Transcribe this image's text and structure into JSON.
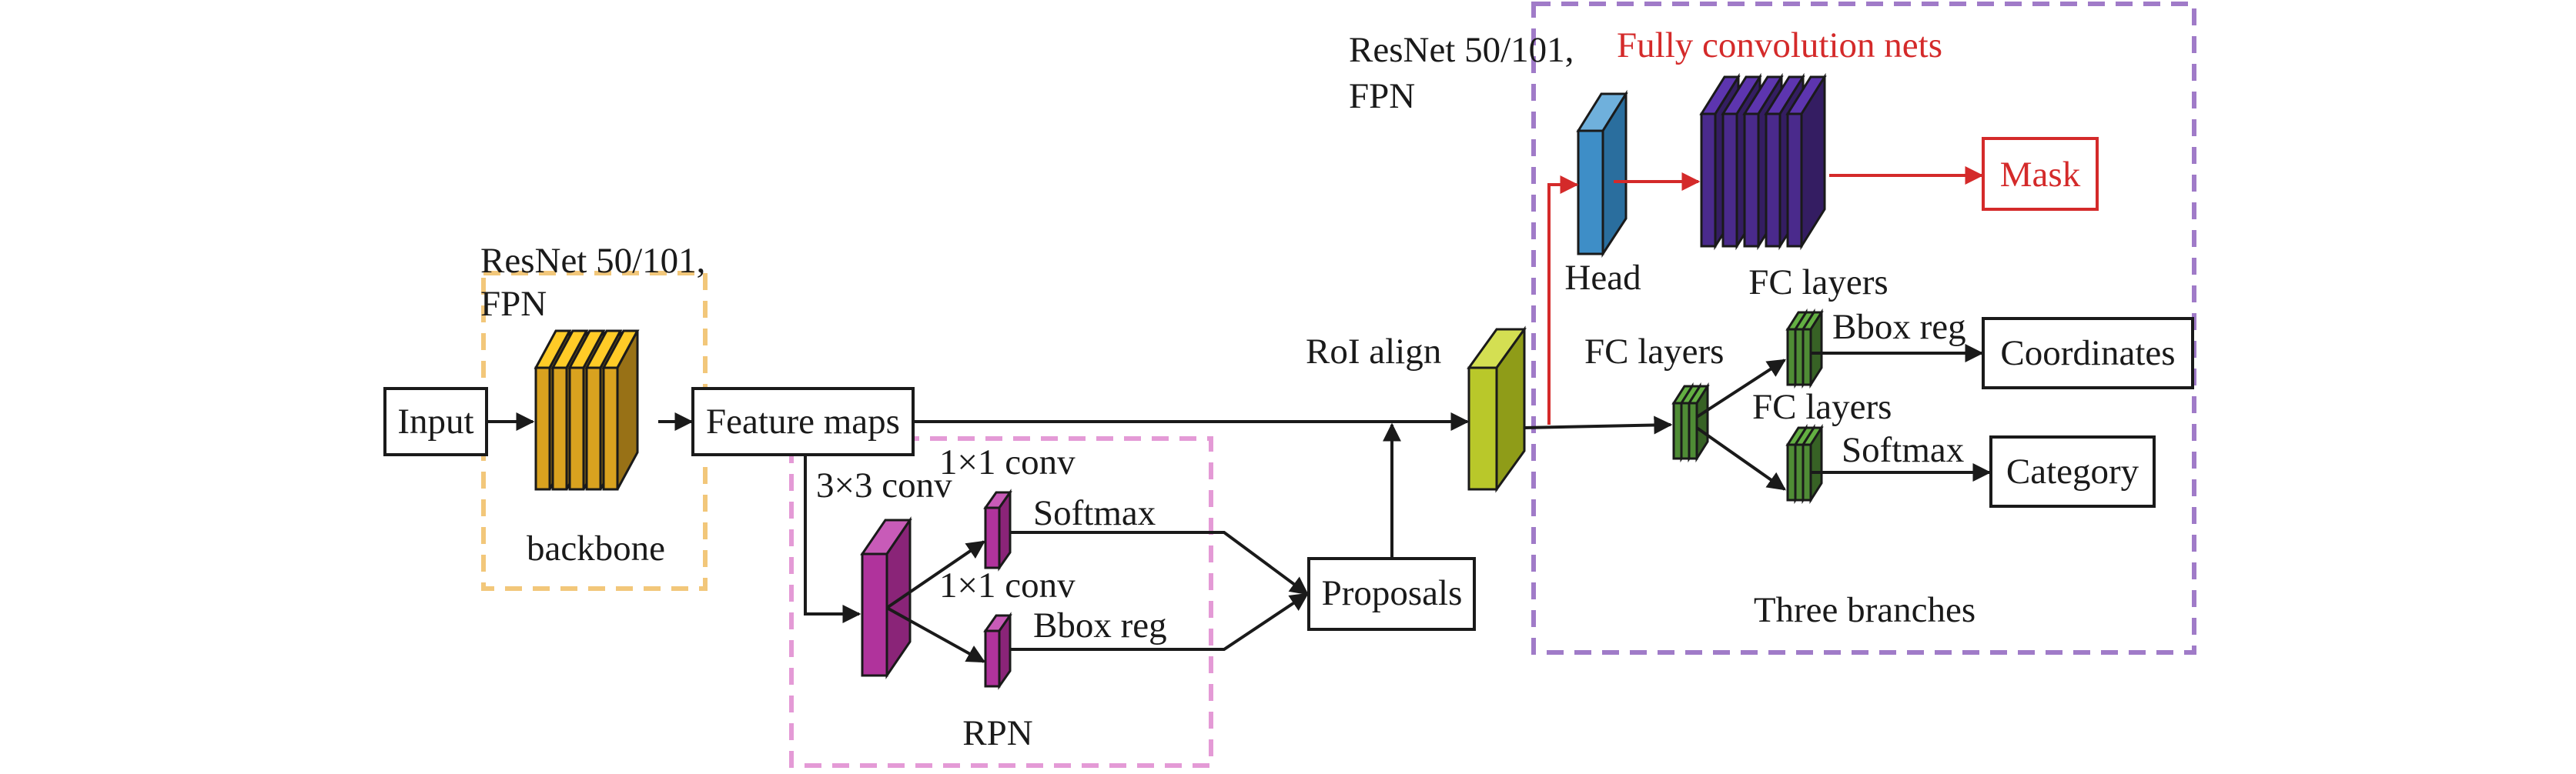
{
  "colors": {
    "backbone_dash": "#f2c77a",
    "rpn_dash": "#e49ad6",
    "branch_dash": "#a07bc8",
    "backbone_block": "#d9a21f",
    "rpn_block": "#b0339c",
    "roi_block": "#b9c82a",
    "head_block": "#3e8ec7",
    "fcn_block": "#4a2a8c",
    "fc_block": "#4f8c35",
    "arrow": "#1a1a1a",
    "mask_arrow": "#d42a2a"
  },
  "labels": {
    "input": "Input",
    "feature_maps": "Feature maps",
    "backbone_resnet": "ResNet 50/101,",
    "backbone_fpn": "FPN",
    "backbone": "backbone",
    "conv3": "3×3 conv",
    "conv1_top": "1×1 conv",
    "conv1_bottom": "1×1 conv",
    "softmax_rpn": "Softmax",
    "bbox_reg_rpn": "Bbox reg",
    "rpn": "RPN",
    "proposals": "Proposals",
    "roi_align": "RoI align",
    "head_resnet": "ResNet 50/101,",
    "head_fpn": "FPN",
    "fully_conv_nets": "Fully convolution nets",
    "head": "Head",
    "fc_layers_top": "FC layers",
    "mask": "Mask",
    "fc_layers_left": "FC layers",
    "bbox_reg_branch": "Bbox reg",
    "fc_layers_mid": "FC layers",
    "softmax_branch": "Softmax",
    "coordinates": "Coordinates",
    "category": "Category",
    "three_branches": "Three branches"
  }
}
